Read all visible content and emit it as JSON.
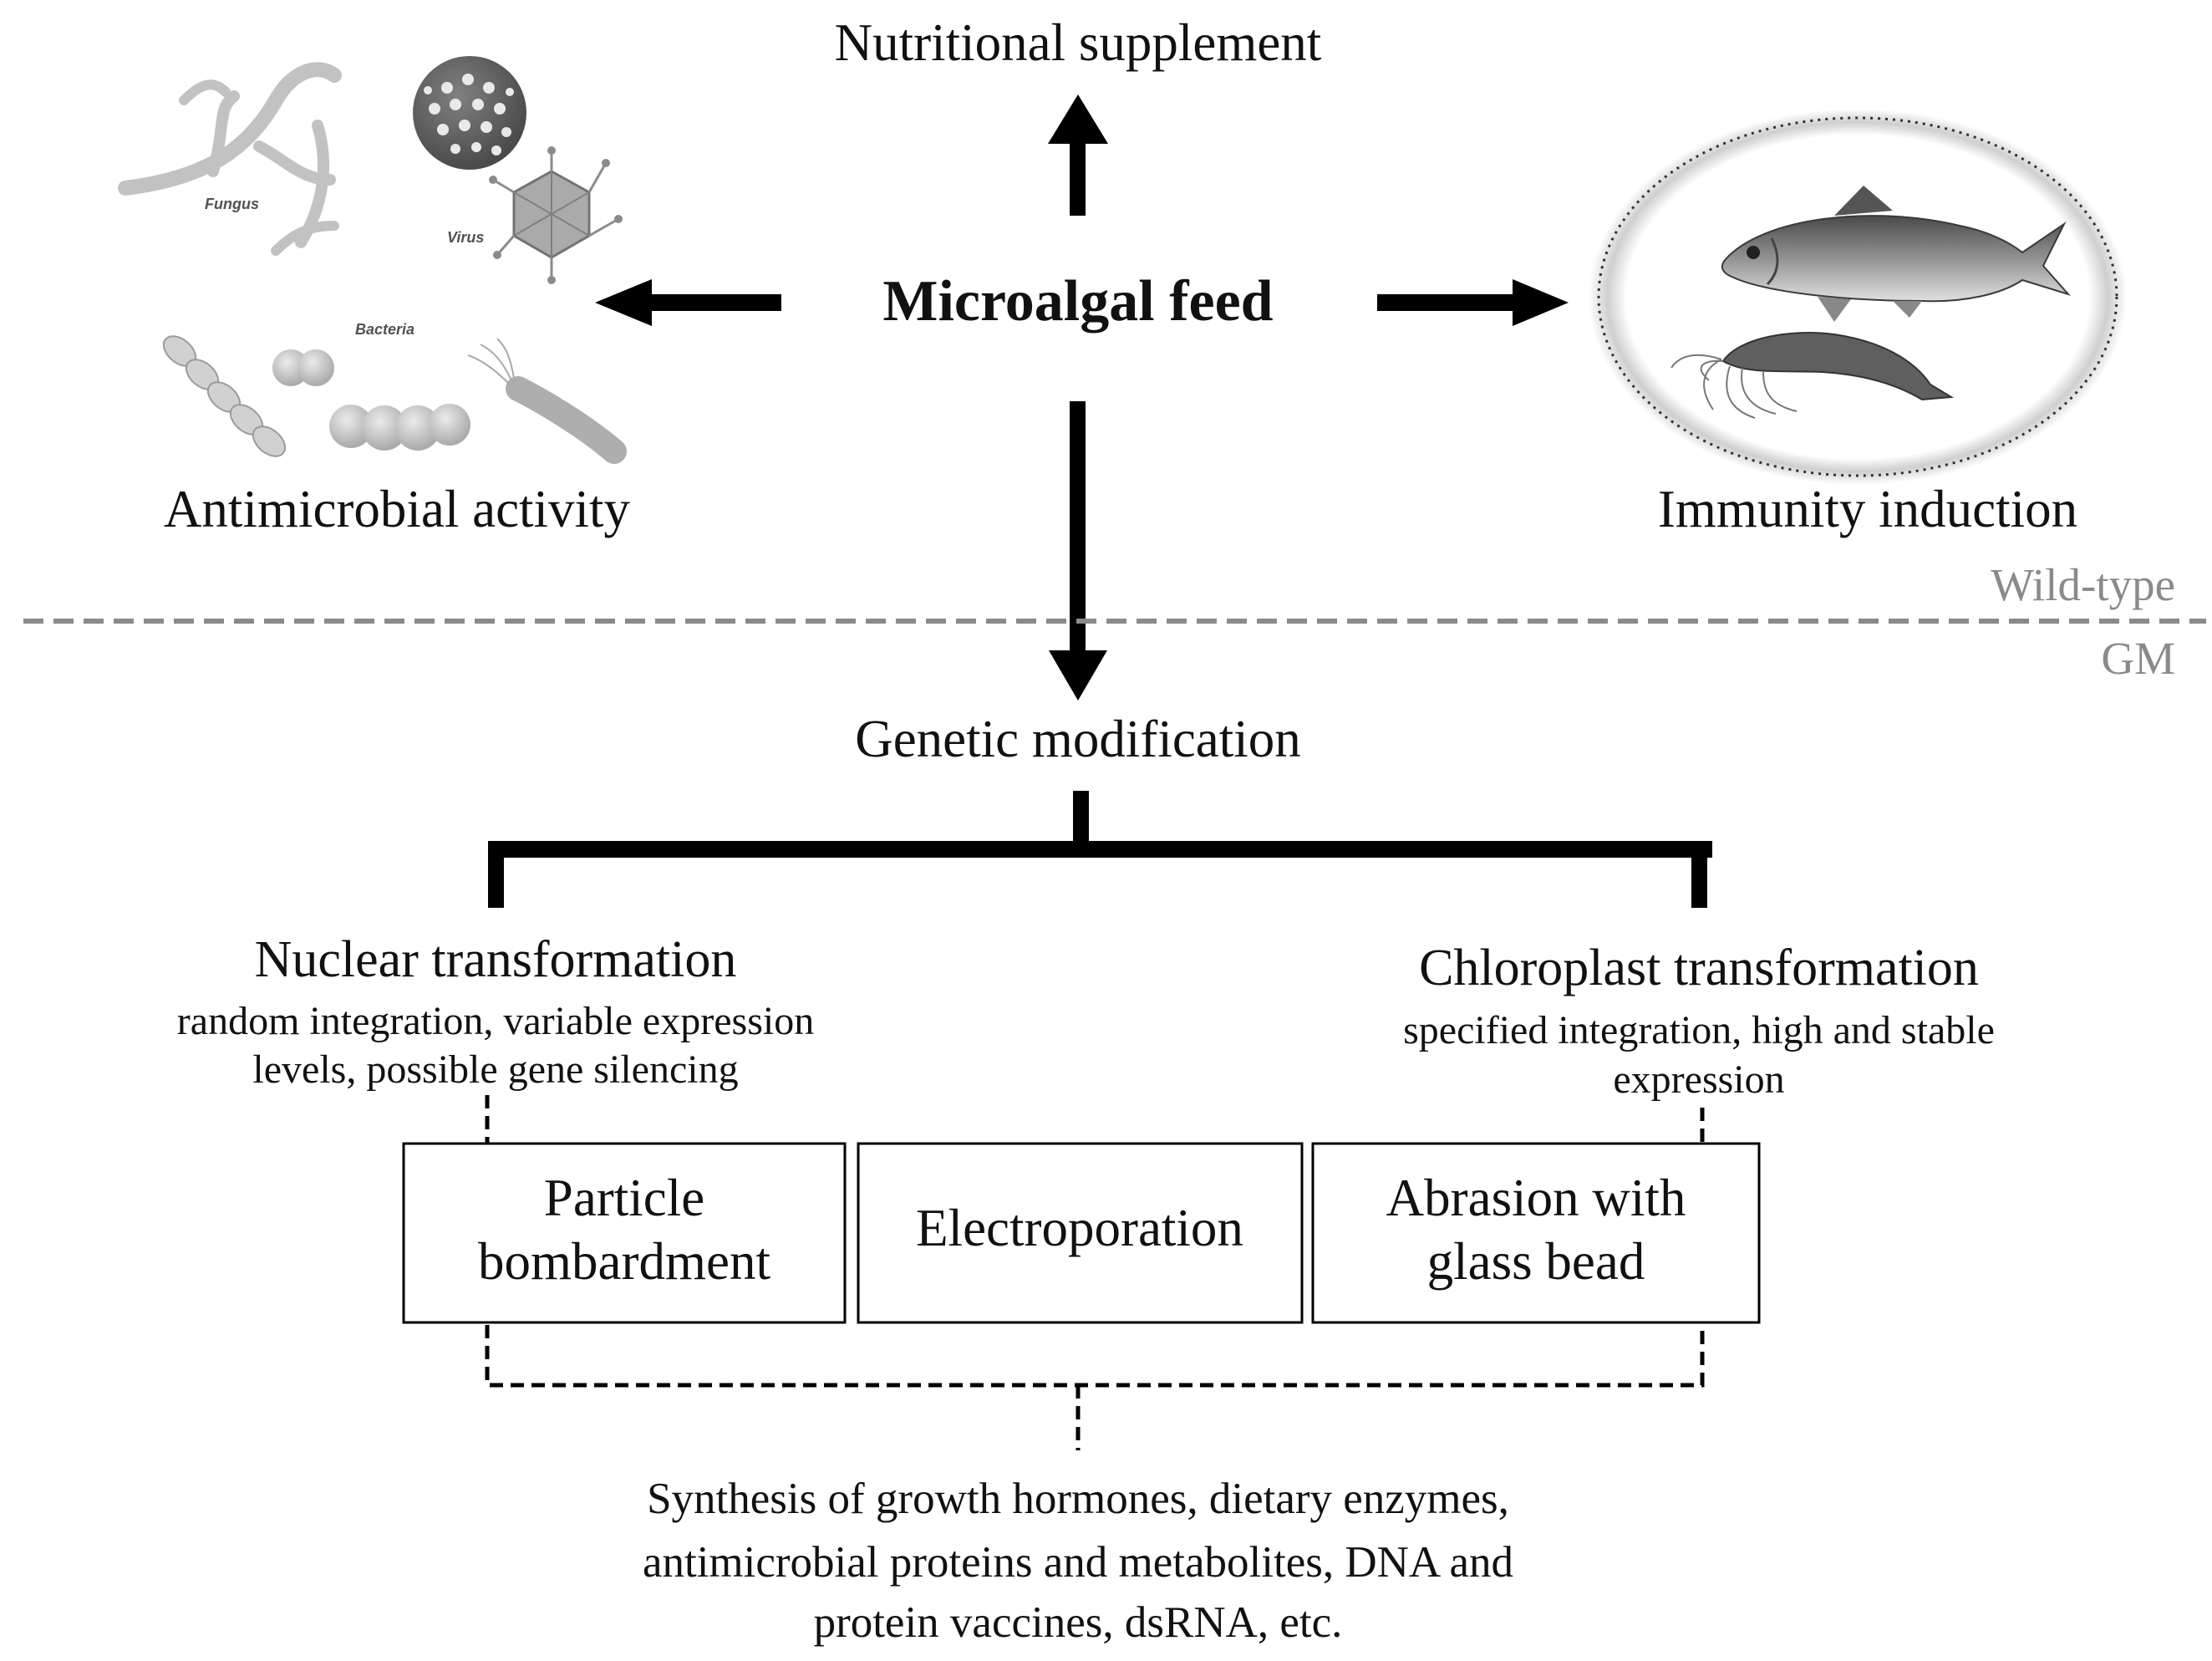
{
  "center": {
    "label": "Microalgal feed"
  },
  "outputs": {
    "top": "Nutritional supplement",
    "left": "Antimicrobial activity",
    "right": "Immunity induction"
  },
  "microbes": {
    "fungus": "Fungus",
    "virus": "Virus",
    "bacteria": "Bacteria"
  },
  "zones": {
    "upper": "Wild-type",
    "lower": "GM"
  },
  "genetic": {
    "label": "Genetic modification"
  },
  "nuclear": {
    "title": "Nuclear transformation",
    "desc_line1": "random integration, variable expression",
    "desc_line2": "levels, possible gene silencing"
  },
  "chloroplast": {
    "title": "Chloroplast transformation",
    "desc_line1": "specified integration, high and stable",
    "desc_line2": "expression"
  },
  "methods": {
    "particle_line1": "Particle",
    "particle_line2": "bombardment",
    "electroporation": "Electroporation",
    "abrasion_line1": "Abrasion with",
    "abrasion_line2": "glass bead"
  },
  "synthesis": {
    "line1": "Synthesis of growth hormones, dietary enzymes,",
    "line2": "antimicrobial proteins and metabolites, DNA and",
    "line3": "protein vaccines, dsRNA, etc."
  }
}
